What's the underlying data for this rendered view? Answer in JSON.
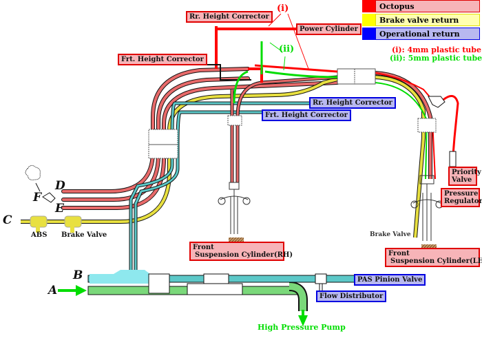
{
  "legend": {
    "items": [
      {
        "label": "Octopus",
        "color": "#ff0000",
        "bg": "#f7b4b8"
      },
      {
        "label": "Brake valve return",
        "color": "#ffff00",
        "bg": "#ffffb0"
      },
      {
        "label": "Operational return",
        "color": "#0000ff",
        "bg": "#b8b8f0"
      }
    ],
    "notes": [
      {
        "text": "(i): 4mm plastic tube",
        "color": "#ff0000"
      },
      {
        "text": "(ii): 5mm plastic tube",
        "color": "#00dd00"
      }
    ]
  },
  "callouts": {
    "i": "(i)",
    "ii": "(ii)"
  },
  "labels": {
    "rr_height_corrector_top": "Rr. Height Corrector",
    "power_cylinder": "Power Cylinder",
    "frt_height_corrector_top": "Frt. Height Corrector",
    "rr_height_corrector_return": "Rr. Height Corrector",
    "frt_height_corrector_return": "Frt. Height Corrector",
    "priority_valve": "Priority Valve",
    "pressure_regulator": "Pressure Regulator",
    "front_susp_rh_line1": "Front",
    "front_susp_rh_line2": "Suspension Cylinder(RH)",
    "front_susp_lh_line1": "Front",
    "front_susp_lh_line2": "Suspension Cylinder(LH)",
    "pas_pinion_valve": "PAS Pinion Valve",
    "flow_distributor": "Flow Distributor",
    "high_pressure_pump": "High Pressure Pump",
    "abs": "ABS",
    "brake_valve_left": "Brake Valve",
    "brake_valve_right": "Brake Valve"
  },
  "points": {
    "A": "A",
    "B": "B",
    "C": "C",
    "D": "D",
    "E": "E",
    "F": "F"
  },
  "colors": {
    "octopus_pipe": "#e86a6a",
    "brake_return_pipe": "#e8e040",
    "operational_return_pipe": "#5cc8c8",
    "pump_feed_pipe": "#7ad87a",
    "tube_4mm": "#ff0000",
    "tube_5mm": "#00dd00"
  }
}
